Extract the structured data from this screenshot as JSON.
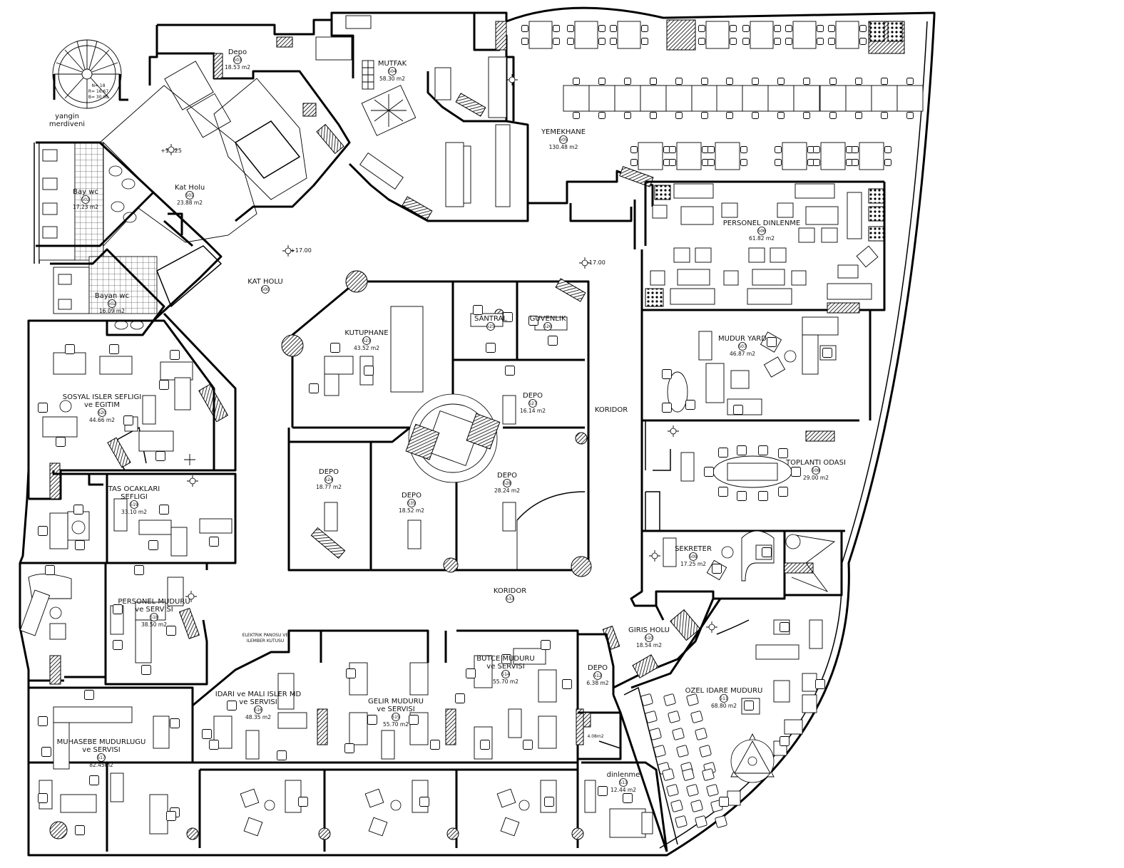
{
  "rooms": [
    {
      "id": "depo-503",
      "name": "Depo",
      "num": "503",
      "area": "18.53 m2"
    },
    {
      "id": "mutfak",
      "name": "MUTFAK",
      "num": "504",
      "area": "58.30 m2"
    },
    {
      "id": "yemekhane",
      "name": "YEMEKHANE",
      "num": "505",
      "area": "130.48 m2"
    },
    {
      "id": "kat-holu-1",
      "name": "Kat Holu",
      "num": "501",
      "area": "23.88 m2"
    },
    {
      "id": "bay-wc",
      "name": "Bay wc",
      "num": "502",
      "area": "17.23 m2"
    },
    {
      "id": "bayan-wc",
      "name": "Bayan wc",
      "num": "502",
      "area": "16.09 m2"
    },
    {
      "id": "kat-holu-2",
      "name": "KAT HOLU",
      "num": "500"
    },
    {
      "id": "personel-dinlenme",
      "name": "PERSONEL DINLENME",
      "num": "506",
      "area": "61.82 m2"
    },
    {
      "id": "kutuphane",
      "name": "KUTUPHANE",
      "num": "523",
      "area": "43.52 m2"
    },
    {
      "id": "santral",
      "name": "SANTRAL",
      "num": "525"
    },
    {
      "id": "guvenlik",
      "name": "GUVENLIK",
      "num": "526"
    },
    {
      "id": "mudur-yard",
      "name": "MUDUR YARD",
      "num": "507",
      "area": "46.87 m2"
    },
    {
      "id": "depo-527",
      "name": "DEPO",
      "num": "527",
      "area": "16.14 m2"
    },
    {
      "id": "koridor-1",
      "name": "KORIDOR"
    },
    {
      "id": "sosyal-isler",
      "name": "SOSYAL ISLER SEFLIGI",
      "name2": "ve EGITIM",
      "num": "520",
      "area": "44.66 m2"
    },
    {
      "id": "toplanti",
      "name": "TOPLANTI ODASI",
      "num": "508",
      "area": "29.00 m2"
    },
    {
      "id": "depo-524",
      "name": "DEPO",
      "num": "524",
      "area": "18.77 m2"
    },
    {
      "id": "depo-535",
      "name": "DEPO",
      "num": "535",
      "area": "18.52 m2"
    },
    {
      "id": "depo-528",
      "name": "DEPO",
      "num": "528",
      "area": "28.24 m2"
    },
    {
      "id": "tas-ocaklari",
      "name": "TAS OCAKLARI",
      "name2": "SEFLIGI",
      "num": "519",
      "area": "33.10 m2"
    },
    {
      "id": "sekreter",
      "name": "SEKRETER",
      "num": "509",
      "area": "17.25 m2"
    },
    {
      "id": "koridor-2",
      "name": "KORIDOR",
      "num": "533"
    },
    {
      "id": "personel-muduru",
      "name": "PERSONEL MUDURU",
      "name2": "ve SERVISI",
      "num": "518",
      "area": "38.50 m2"
    },
    {
      "id": "giris-holu",
      "name": "GIRIS HOLU",
      "num": "510",
      "area": "18.54 m2"
    },
    {
      "id": "butce-muduru",
      "name": "BUTCE MUDURU",
      "name2": "ve SERVISI",
      "num": "514",
      "area": "55.70 m2"
    },
    {
      "id": "depo-512",
      "name": "DEPO",
      "num": "512",
      "area": "6.38 m2"
    },
    {
      "id": "idari-mali",
      "name": "IDARI ve MALI ISLER MD",
      "name2": "ve SERVISI",
      "num": "516",
      "area": "48.35 m2"
    },
    {
      "id": "gelir-muduru",
      "name": "GELIR MUDURU",
      "name2": "ve SERVISI",
      "num": "515",
      "area": "55.70 m2"
    },
    {
      "id": "ozel-idare",
      "name": "OZEL IDARE MUDURU",
      "num": "511",
      "area": "68.80 m2"
    },
    {
      "id": "muhasebe",
      "name": "MUHASEBE MUDURLUGU",
      "name2": "ve SERVISI",
      "num": "517",
      "area": "82.45m2"
    },
    {
      "id": "dinlenme",
      "name": "dinlenme",
      "num": "513",
      "area": "12.44 m2"
    }
  ],
  "labels": {
    "yangin1": "yangin",
    "yangin2": "merdiveni",
    "elevation1": "+18.25",
    "elevation2": "+17.00",
    "elevation3": "+17.00",
    "stair_n": "N= 18",
    "stair_r": "R= 16.67",
    "stair_b": "B= 30.00",
    "wc_area": "4.08m2",
    "note1": "ELEKTRIK PANOSU VE",
    "note2": "ILEMBER KUTUSU"
  },
  "colors": {
    "ink": "#000000",
    "paper": "#ffffff"
  }
}
